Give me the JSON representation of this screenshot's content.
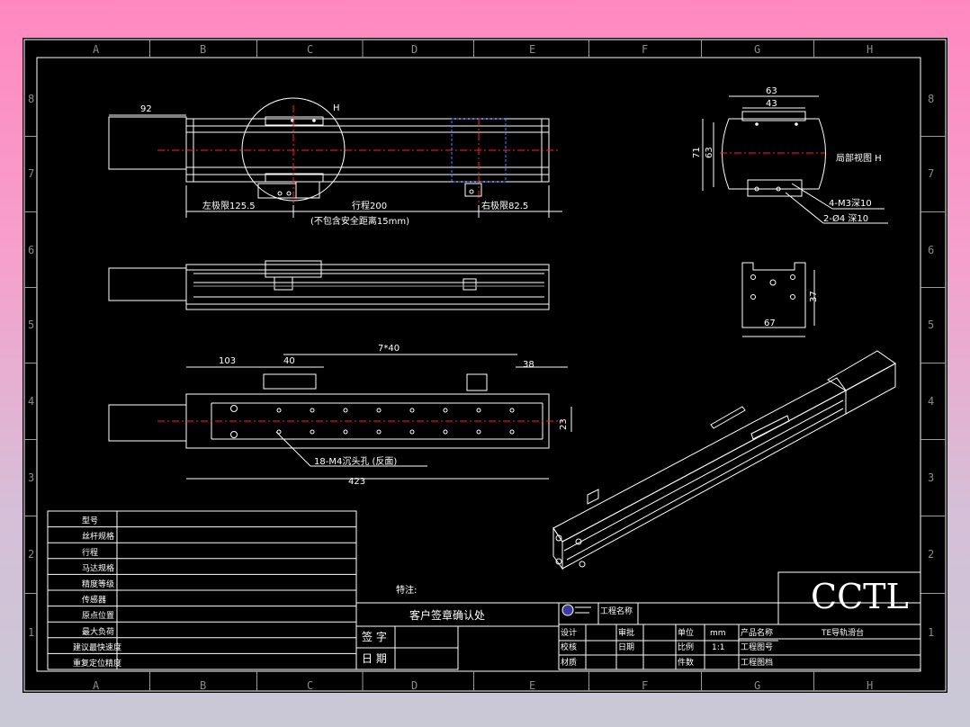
{
  "border": {
    "cols": [
      "A",
      "B",
      "C",
      "D",
      "E",
      "F",
      "G",
      "H"
    ],
    "rows": [
      "8",
      "7",
      "6",
      "5",
      "4",
      "3",
      "2",
      "1"
    ]
  },
  "views": {
    "top": {
      "dim_left": "92",
      "label_h": "H",
      "left_limit": "左极限125.5",
      "stroke": "行程200",
      "right_limit": "右极限82.5",
      "note": "(不包含安全距离15mm)"
    },
    "bottom": {
      "dim_103": "103",
      "dim_40": "40",
      "dim_7x40": "7*40",
      "dim_38": "38",
      "dim_23": "23",
      "dim_423": "423",
      "hole_note": "18-M4沉头孔 (反面)"
    },
    "detail": {
      "dim_63": "63",
      "dim_43": "43",
      "dim_71": "71",
      "dim_63v": "63",
      "title": "局部视图 H",
      "note1": "4-M3深10",
      "note2": "2-Ø4 深10"
    },
    "end_view": {
      "dim_37": "37",
      "dim_67": "67"
    }
  },
  "spec_table": {
    "rows": [
      "型号",
      "丝杆规格",
      "行程",
      "马达规格",
      "精度等级",
      "传感器",
      "原点位置",
      "最大负荷",
      "建议最快速度",
      "重复定位精度"
    ]
  },
  "signature": {
    "special_label": "特注:",
    "confirm": "客户签章确认处",
    "sign": "签 字",
    "date": "日 期"
  },
  "title_block": {
    "project_name": "工程名称",
    "logo": "CCTL",
    "company": "TE导轨滑台",
    "design": "设计",
    "approve": "审批",
    "unit": "单位",
    "unit_val": "mm",
    "check": "校核",
    "date": "日期",
    "scale": "比例",
    "scale_val": "1:1",
    "material": "材质",
    "count": "件数",
    "product_name": "产品名称",
    "drawing_no": "工程图号",
    "drawing_file": "工程图档"
  }
}
